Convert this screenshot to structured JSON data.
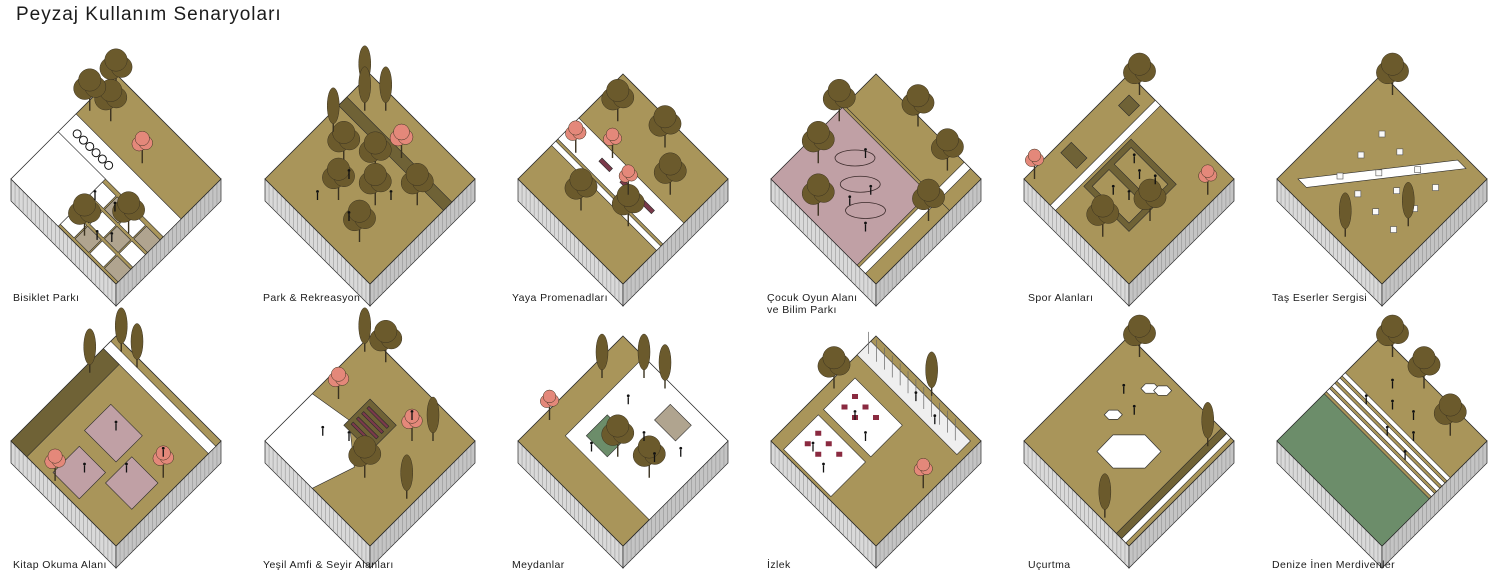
{
  "title": "Peyzaj Kullanım Senaryoları",
  "colors": {
    "ground": "#a9955a",
    "ground_dark": "#6f6236",
    "path": "#ffffff",
    "tree": "#6b5a2c",
    "tree_blossom": "#e4887a",
    "plaza_pink": "#c0a0a5",
    "sea": "#6c8d6a",
    "pit": "#b0a48f",
    "base_side": "#d0d0d0",
    "edge": "#2b2b2b"
  },
  "scenarios": [
    {
      "label": "Bisiklet Parkı",
      "caption_lines": [
        "Bisiklet Parkı"
      ]
    },
    {
      "label": "Park & Rekreasyon",
      "caption_lines": [
        "Park & Rekreasyon"
      ]
    },
    {
      "label": "Yaya Promenadları",
      "caption_lines": [
        "Yaya Promenadları"
      ]
    },
    {
      "label": "Çocuk Oyun Alanı ve Bilim Parkı",
      "caption_lines": [
        "Çocuk Oyun Alanı",
        "ve Bilim Parkı"
      ]
    },
    {
      "label": "Spor Alanları",
      "caption_lines": [
        "Spor Alanları"
      ]
    },
    {
      "label": "Taş Eserler Sergisi",
      "caption_lines": [
        "Taş Eserler Sergisi"
      ]
    },
    {
      "label": "Kitap Okuma Alanı",
      "caption_lines": [
        "Kitap Okuma Alanı"
      ]
    },
    {
      "label": "Yeşil Amfi & Seyir Alanları",
      "caption_lines": [
        "Yeşil Amfi & Seyir Alanları"
      ]
    },
    {
      "label": "Meydanlar",
      "caption_lines": [
        "Meydanlar"
      ]
    },
    {
      "label": "İzlek",
      "caption_lines": [
        "İzlek"
      ]
    },
    {
      "label": "Uçurtma",
      "caption_lines": [
        "Uçurtma"
      ]
    },
    {
      "label": "Denize İnen Merdivenler",
      "caption_lines": [
        "Denize İnen Merdivenler"
      ]
    }
  ]
}
